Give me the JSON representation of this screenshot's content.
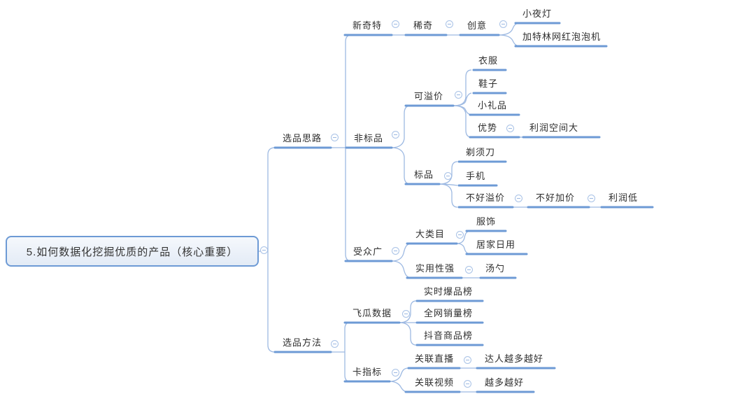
{
  "colors": {
    "branch_line": "#6d9ad5",
    "connector_line": "#9db9e2",
    "root_border": "#6d9ad5",
    "root_fill": "#e9eff8",
    "text": "#2e2e2e"
  },
  "tree": {
    "label": "5.如何数据化挖掘优质的产品（核心重要）",
    "children": [
      {
        "label": "选品思路",
        "children": [
          {
            "label": "新奇特",
            "children": [
              {
                "label": "稀奇",
                "children": [
                  {
                    "label": "创意",
                    "children": [
                      {
                        "label": "小夜灯"
                      },
                      {
                        "label": "加特林网红泡泡机"
                      }
                    ]
                  }
                ]
              }
            ]
          },
          {
            "label": "非标品",
            "children": [
              {
                "label": "可溢价",
                "children": [
                  {
                    "label": "衣服"
                  },
                  {
                    "label": "鞋子"
                  },
                  {
                    "label": "小礼品"
                  },
                  {
                    "label": "优势",
                    "children": [
                      {
                        "label": "利润空间大"
                      }
                    ]
                  }
                ]
              },
              {
                "label": "标品",
                "children": [
                  {
                    "label": "剃须刀"
                  },
                  {
                    "label": "手机"
                  },
                  {
                    "label": "不好溢价",
                    "children": [
                      {
                        "label": "不好加价",
                        "children": [
                          {
                            "label": "利润低"
                          }
                        ]
                      }
                    ]
                  }
                ]
              }
            ]
          },
          {
            "label": "受众广",
            "children": [
              {
                "label": "大类目",
                "children": [
                  {
                    "label": "服饰"
                  },
                  {
                    "label": "居家日用"
                  }
                ]
              },
              {
                "label": "实用性强",
                "children": [
                  {
                    "label": "汤勺"
                  }
                ]
              }
            ]
          }
        ]
      },
      {
        "label": "选品方法",
        "children": [
          {
            "label": "飞瓜数据",
            "children": [
              {
                "label": "实时爆品榜"
              },
              {
                "label": "全网销量榜"
              },
              {
                "label": "抖音商品榜"
              }
            ]
          },
          {
            "label": "卡指标",
            "children": [
              {
                "label": "关联直播",
                "children": [
                  {
                    "label": "达人越多越好"
                  }
                ]
              },
              {
                "label": "关联视频",
                "children": [
                  {
                    "label": "越多越好"
                  }
                ]
              }
            ]
          }
        ]
      }
    ]
  }
}
